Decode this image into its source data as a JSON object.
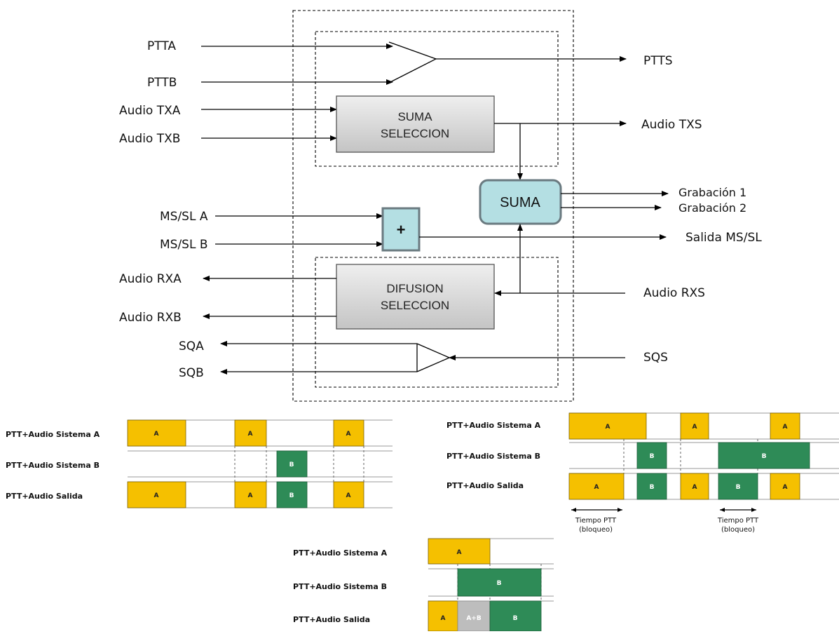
{
  "inputs": {
    "ptta": "PTTA",
    "pttb": "PTTB",
    "audio_txa": "Audio TXA",
    "audio_txb": "Audio TXB",
    "mssl_a": "MS/SL A",
    "mssl_b": "MS/SL B",
    "audio_rxa": "Audio RXA",
    "audio_rxb": "Audio RXB",
    "sqa": "SQA",
    "sqb": "SQB"
  },
  "outputs": {
    "ptts": "PTTS",
    "audio_txs": "Audio TXS",
    "grabacion1": "Grabación 1",
    "grabacion2": "Grabación 2",
    "salida_mssl": "Salida MS/SL",
    "audio_rxs": "Audio RXS",
    "sqs": "SQS"
  },
  "blocks": {
    "suma_seleccion": [
      "SUMA",
      "SELECCION"
    ],
    "difusion_seleccion": [
      "DIFUSION",
      "SELECCION"
    ],
    "suma": "SUMA",
    "plus": "+"
  },
  "colors": {
    "system_a": "#f5c000",
    "system_b": "#2e8b57",
    "mixed": "#bdbdbd",
    "block_fill": "#d0d0d0",
    "suma_fill": "#b4dfe3",
    "suma_stroke": "#6a7a80"
  },
  "timelines": {
    "row_labels": [
      "PTT+Audio Sistema A",
      "PTT+Audio Sistema B",
      "PTT+Audio Salida"
    ],
    "segment_labels": {
      "a": "A",
      "b": "B",
      "ab": "A+B"
    },
    "notes": {
      "line1": "Tiempo PTT",
      "line2": "(bloqueo)"
    }
  }
}
